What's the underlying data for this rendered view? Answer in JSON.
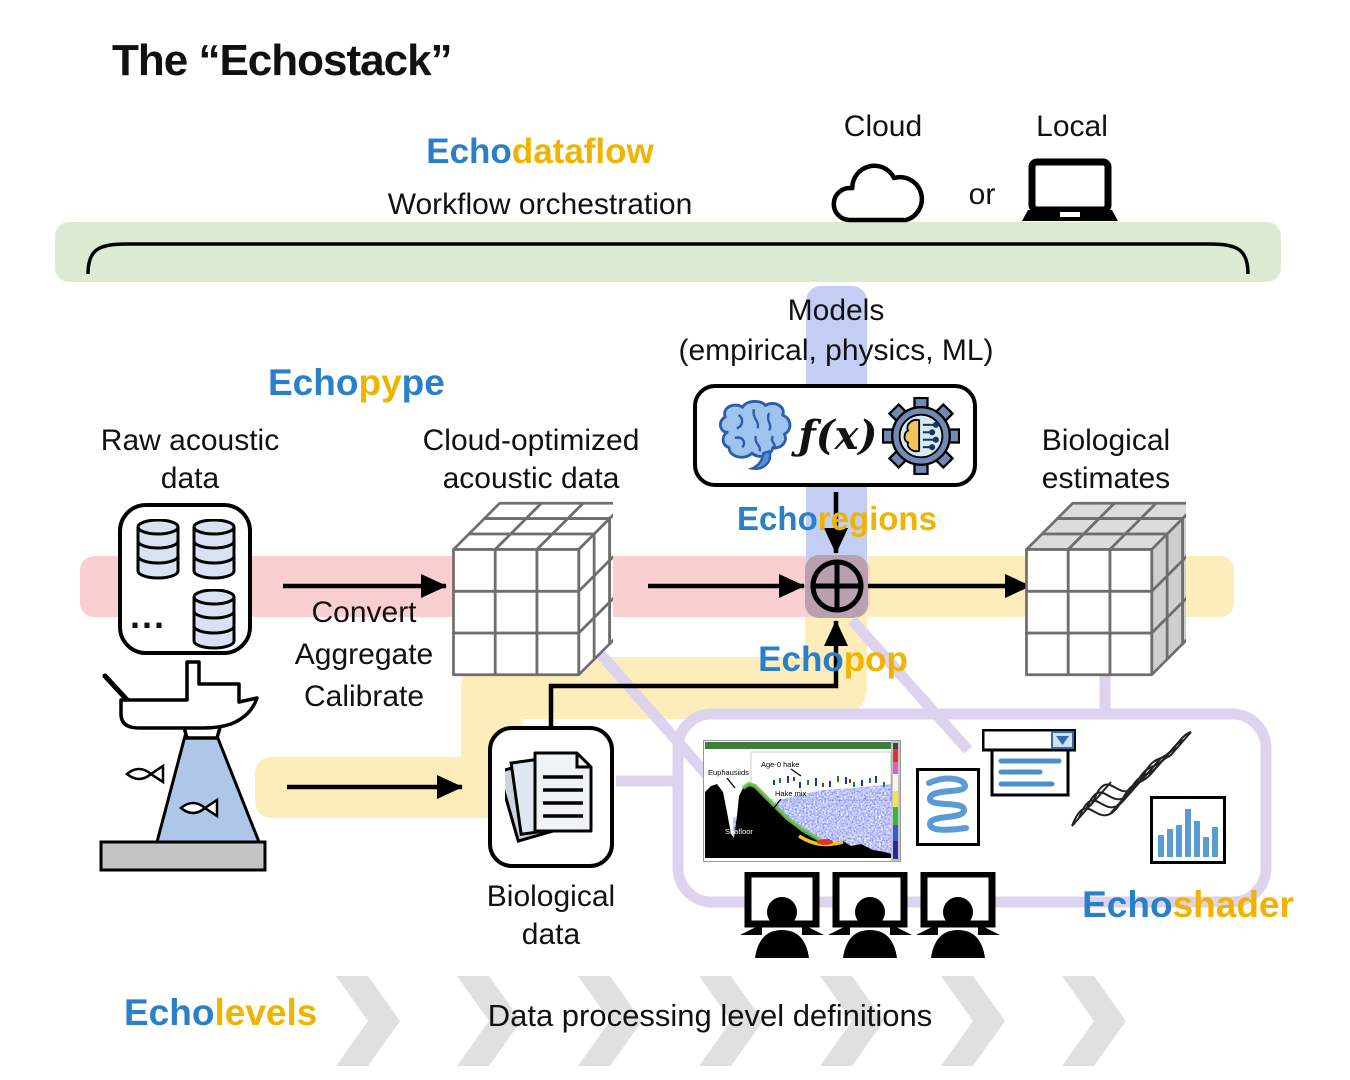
{
  "title": "The “Echostack”",
  "colors": {
    "accent_blue": "#2980c9",
    "accent_gold": "#f0b400",
    "band_green": "#dcead3",
    "band_pink": "#f9cfd2",
    "band_yellow": "#fcedbb",
    "band_blue": "#c4cdf3",
    "band_purple": "#ddd3ee",
    "chevron_gray": "#e0e0e0"
  },
  "echodataflow": {
    "prefix": "Echo",
    "suffix": "dataflow",
    "subtitle": "Workflow orchestration"
  },
  "deploy": {
    "cloud": "Cloud",
    "or": "or",
    "local": "Local"
  },
  "models": {
    "line1": "Models",
    "line2": "(empirical, physics, ML)",
    "fx": "ƒ(x)"
  },
  "echopype": {
    "prefix": "Echo",
    "mid": "py",
    "suffix": "pe"
  },
  "steps": {
    "l1": "Convert",
    "l2": "Aggregate",
    "l3": "Calibrate"
  },
  "raw": {
    "l1": "Raw acoustic",
    "l2": "data",
    "ellipsis": "..."
  },
  "cloudopt": {
    "l1": "Cloud-optimized",
    "l2": "acoustic data"
  },
  "est": {
    "l1": "Biological",
    "l2": "estimates"
  },
  "biodata": {
    "l1": "Biological",
    "l2": "data"
  },
  "echoregions": {
    "prefix": "Echo",
    "suffix": "regions"
  },
  "echopop": {
    "prefix": "Echo",
    "suffix": "pop"
  },
  "echoshader": {
    "prefix": "Echo",
    "suffix": "shader"
  },
  "echogram": {
    "euphausiids": "Euphausiids",
    "age0": "Age-0 hake",
    "hakemix": "Hake mix",
    "seafloor": "Seafloor"
  },
  "echolevels": {
    "prefix": "Echo",
    "suffix": "levels",
    "caption": "Data processing level definitions"
  }
}
